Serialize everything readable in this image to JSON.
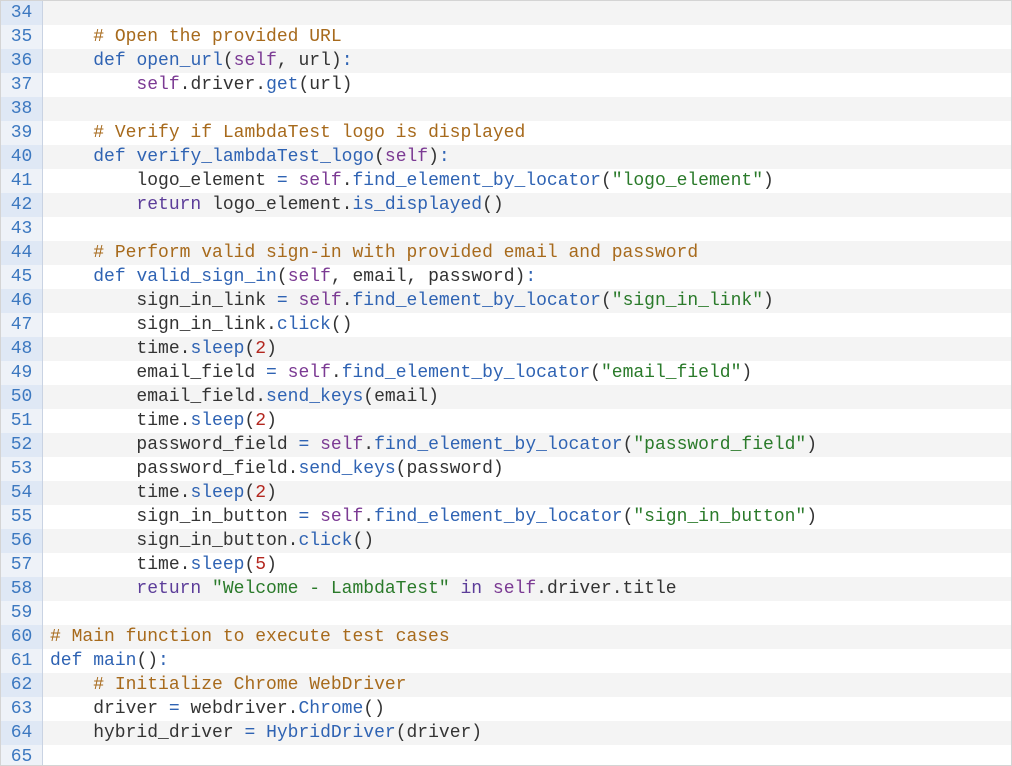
{
  "code_lines": [
    {
      "n": "34",
      "tokens": []
    },
    {
      "n": "35",
      "tokens": [
        [
          "    ",
          "id"
        ],
        [
          "# Open the provided URL",
          "com"
        ]
      ]
    },
    {
      "n": "36",
      "tokens": [
        [
          "    ",
          "id"
        ],
        [
          "def",
          "def"
        ],
        [
          " ",
          "id"
        ],
        [
          "open_url",
          "fn"
        ],
        [
          "(",
          "id"
        ],
        [
          "self",
          "self"
        ],
        [
          ", url)",
          "id"
        ],
        [
          ":",
          "op"
        ]
      ]
    },
    {
      "n": "37",
      "tokens": [
        [
          "        ",
          "id"
        ],
        [
          "self",
          "self"
        ],
        [
          ".driver.",
          "id"
        ],
        [
          "get",
          "fn"
        ],
        [
          "(url)",
          "id"
        ]
      ]
    },
    {
      "n": "38",
      "tokens": []
    },
    {
      "n": "39",
      "tokens": [
        [
          "    ",
          "id"
        ],
        [
          "# Verify if LambdaTest logo is displayed",
          "com"
        ]
      ]
    },
    {
      "n": "40",
      "tokens": [
        [
          "    ",
          "id"
        ],
        [
          "def",
          "def"
        ],
        [
          " ",
          "id"
        ],
        [
          "verify_lambdaTest_logo",
          "fn"
        ],
        [
          "(",
          "id"
        ],
        [
          "self",
          "self"
        ],
        [
          ")",
          "id"
        ],
        [
          ":",
          "op"
        ]
      ]
    },
    {
      "n": "41",
      "tokens": [
        [
          "        logo_element ",
          "id"
        ],
        [
          "=",
          "op"
        ],
        [
          " ",
          "id"
        ],
        [
          "self",
          "self"
        ],
        [
          ".",
          "id"
        ],
        [
          "find_element_by_locator",
          "fn"
        ],
        [
          "(",
          "id"
        ],
        [
          "\"logo_element\"",
          "str"
        ],
        [
          ")",
          "id"
        ]
      ]
    },
    {
      "n": "42",
      "tokens": [
        [
          "        ",
          "id"
        ],
        [
          "return",
          "kw"
        ],
        [
          " logo_element.",
          "id"
        ],
        [
          "is_displayed",
          "fn"
        ],
        [
          "()",
          "id"
        ]
      ]
    },
    {
      "n": "43",
      "tokens": []
    },
    {
      "n": "44",
      "tokens": [
        [
          "    ",
          "id"
        ],
        [
          "# Perform valid sign-in with provided email and password",
          "com"
        ]
      ]
    },
    {
      "n": "45",
      "tokens": [
        [
          "    ",
          "id"
        ],
        [
          "def",
          "def"
        ],
        [
          " ",
          "id"
        ],
        [
          "valid_sign_in",
          "fn"
        ],
        [
          "(",
          "id"
        ],
        [
          "self",
          "self"
        ],
        [
          ", email, password)",
          "id"
        ],
        [
          ":",
          "op"
        ]
      ]
    },
    {
      "n": "46",
      "tokens": [
        [
          "        sign_in_link ",
          "id"
        ],
        [
          "=",
          "op"
        ],
        [
          " ",
          "id"
        ],
        [
          "self",
          "self"
        ],
        [
          ".",
          "id"
        ],
        [
          "find_element_by_locator",
          "fn"
        ],
        [
          "(",
          "id"
        ],
        [
          "\"sign_in_link\"",
          "str"
        ],
        [
          ")",
          "id"
        ]
      ]
    },
    {
      "n": "47",
      "tokens": [
        [
          "        sign_in_link.",
          "id"
        ],
        [
          "click",
          "fn"
        ],
        [
          "()",
          "id"
        ]
      ]
    },
    {
      "n": "48",
      "tokens": [
        [
          "        time.",
          "id"
        ],
        [
          "sleep",
          "fn"
        ],
        [
          "(",
          "id"
        ],
        [
          "2",
          "num"
        ],
        [
          ")",
          "id"
        ]
      ]
    },
    {
      "n": "49",
      "tokens": [
        [
          "        email_field ",
          "id"
        ],
        [
          "=",
          "op"
        ],
        [
          " ",
          "id"
        ],
        [
          "self",
          "self"
        ],
        [
          ".",
          "id"
        ],
        [
          "find_element_by_locator",
          "fn"
        ],
        [
          "(",
          "id"
        ],
        [
          "\"email_field\"",
          "str"
        ],
        [
          ")",
          "id"
        ]
      ]
    },
    {
      "n": "50",
      "tokens": [
        [
          "        email_field.",
          "id"
        ],
        [
          "send_keys",
          "fn"
        ],
        [
          "(email)",
          "id"
        ]
      ]
    },
    {
      "n": "51",
      "tokens": [
        [
          "        time.",
          "id"
        ],
        [
          "sleep",
          "fn"
        ],
        [
          "(",
          "id"
        ],
        [
          "2",
          "num"
        ],
        [
          ")",
          "id"
        ]
      ]
    },
    {
      "n": "52",
      "tokens": [
        [
          "        password_field ",
          "id"
        ],
        [
          "=",
          "op"
        ],
        [
          " ",
          "id"
        ],
        [
          "self",
          "self"
        ],
        [
          ".",
          "id"
        ],
        [
          "find_element_by_locator",
          "fn"
        ],
        [
          "(",
          "id"
        ],
        [
          "\"password_field\"",
          "str"
        ],
        [
          ")",
          "id"
        ]
      ]
    },
    {
      "n": "53",
      "tokens": [
        [
          "        password_field.",
          "id"
        ],
        [
          "send_keys",
          "fn"
        ],
        [
          "(password)",
          "id"
        ]
      ]
    },
    {
      "n": "54",
      "tokens": [
        [
          "        time.",
          "id"
        ],
        [
          "sleep",
          "fn"
        ],
        [
          "(",
          "id"
        ],
        [
          "2",
          "num"
        ],
        [
          ")",
          "id"
        ]
      ]
    },
    {
      "n": "55",
      "tokens": [
        [
          "        sign_in_button ",
          "id"
        ],
        [
          "=",
          "op"
        ],
        [
          " ",
          "id"
        ],
        [
          "self",
          "self"
        ],
        [
          ".",
          "id"
        ],
        [
          "find_element_by_locator",
          "fn"
        ],
        [
          "(",
          "id"
        ],
        [
          "\"sign_in_button\"",
          "str"
        ],
        [
          ")",
          "id"
        ]
      ]
    },
    {
      "n": "56",
      "tokens": [
        [
          "        sign_in_button.",
          "id"
        ],
        [
          "click",
          "fn"
        ],
        [
          "()",
          "id"
        ]
      ]
    },
    {
      "n": "57",
      "tokens": [
        [
          "        time.",
          "id"
        ],
        [
          "sleep",
          "fn"
        ],
        [
          "(",
          "id"
        ],
        [
          "5",
          "num"
        ],
        [
          ")",
          "id"
        ]
      ]
    },
    {
      "n": "58",
      "tokens": [
        [
          "        ",
          "id"
        ],
        [
          "return",
          "kw"
        ],
        [
          " ",
          "id"
        ],
        [
          "\"Welcome - LambdaTest\"",
          "str"
        ],
        [
          " ",
          "id"
        ],
        [
          "in",
          "kw"
        ],
        [
          " ",
          "id"
        ],
        [
          "self",
          "self"
        ],
        [
          ".driver.title",
          "id"
        ]
      ]
    },
    {
      "n": "59",
      "tokens": []
    },
    {
      "n": "60",
      "tokens": [
        [
          "# Main function to execute test cases",
          "com"
        ]
      ]
    },
    {
      "n": "61",
      "tokens": [
        [
          "def",
          "def"
        ],
        [
          " ",
          "id"
        ],
        [
          "main",
          "fn"
        ],
        [
          "()",
          "id"
        ],
        [
          ":",
          "op"
        ]
      ]
    },
    {
      "n": "62",
      "tokens": [
        [
          "    ",
          "id"
        ],
        [
          "# Initialize Chrome WebDriver",
          "com"
        ]
      ]
    },
    {
      "n": "63",
      "tokens": [
        [
          "    driver ",
          "id"
        ],
        [
          "=",
          "op"
        ],
        [
          " webdriver.",
          "id"
        ],
        [
          "Chrome",
          "fn"
        ],
        [
          "()",
          "id"
        ]
      ]
    },
    {
      "n": "64",
      "tokens": [
        [
          "    hybrid_driver ",
          "id"
        ],
        [
          "=",
          "op"
        ],
        [
          " ",
          "id"
        ],
        [
          "HybridDriver",
          "fn"
        ],
        [
          "(driver)",
          "id"
        ]
      ]
    },
    {
      "n": "65",
      "tokens": []
    }
  ]
}
